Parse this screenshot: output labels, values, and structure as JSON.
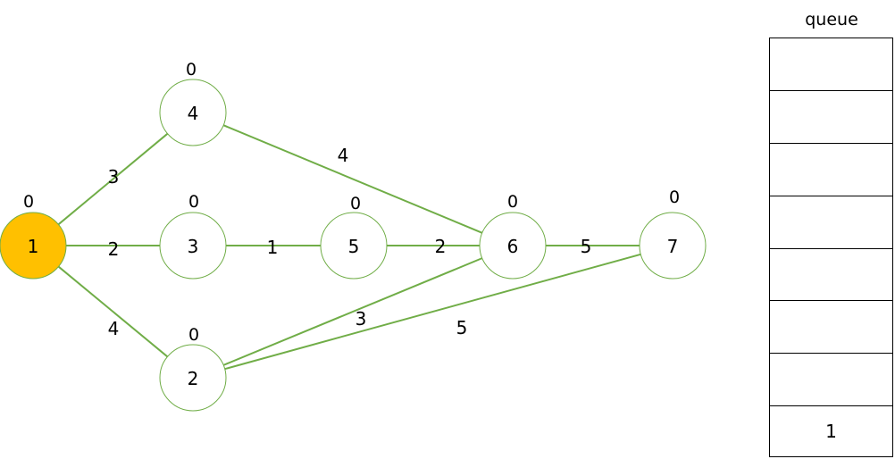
{
  "nodes": [
    {
      "id": "1",
      "label": "1",
      "dist": "0",
      "highlighted": true
    },
    {
      "id": "4",
      "label": "4",
      "dist": "0",
      "highlighted": false
    },
    {
      "id": "3",
      "label": "3",
      "dist": "0",
      "highlighted": false
    },
    {
      "id": "5",
      "label": "5",
      "dist": "0",
      "highlighted": false
    },
    {
      "id": "6",
      "label": "6",
      "dist": "0",
      "highlighted": false
    },
    {
      "id": "7",
      "label": "7",
      "dist": "0",
      "highlighted": false
    },
    {
      "id": "2",
      "label": "2",
      "dist": "0",
      "highlighted": false
    }
  ],
  "edges": [
    {
      "from": "1",
      "to": "4",
      "weight": "3"
    },
    {
      "from": "1",
      "to": "3",
      "weight": "2"
    },
    {
      "from": "1",
      "to": "2",
      "weight": "4"
    },
    {
      "from": "3",
      "to": "5",
      "weight": "1"
    },
    {
      "from": "5",
      "to": "6",
      "weight": "2"
    },
    {
      "from": "4",
      "to": "6",
      "weight": "4"
    },
    {
      "from": "6",
      "to": "7",
      "weight": "5"
    },
    {
      "from": "2",
      "to": "6",
      "weight": "3"
    },
    {
      "from": "2",
      "to": "7",
      "weight": "5"
    }
  ],
  "queue": {
    "title": "queue",
    "cells": [
      "",
      "",
      "",
      "",
      "",
      "",
      "",
      "1"
    ]
  },
  "colors": {
    "edge": "#70ad47",
    "node_fill": "#ffffff",
    "highlight_fill": "#ffc000",
    "highlight_stroke": "#c89800"
  }
}
